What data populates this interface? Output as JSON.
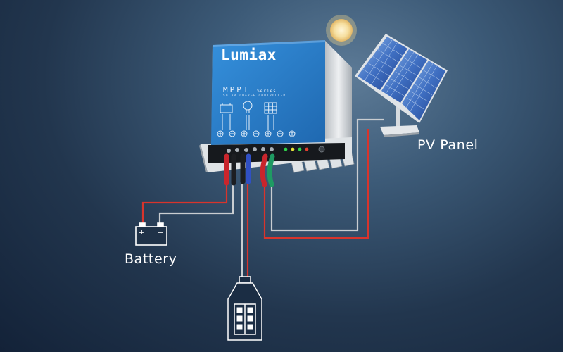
{
  "labels": {
    "pv_panel": "PV Panel",
    "battery": "Battery"
  },
  "controller": {
    "brand": "Lumiax",
    "series_main": "MPPT",
    "series_suffix": "Series",
    "subtitle": "SOLAR CHARGE CONTROLLER",
    "terminal_symbols": [
      "⊕",
      "⊖",
      "⊕",
      "⊖",
      "⊕",
      "⊖"
    ],
    "colors": {
      "face": "#2d7fc9",
      "body": "#d3d7db"
    }
  },
  "wire_colors": {
    "positive": "#d8342c",
    "negative": "#c9cdd1"
  },
  "icons": [
    "sun-icon",
    "solar-panel-icon",
    "battery-icon",
    "lamp-icon"
  ]
}
